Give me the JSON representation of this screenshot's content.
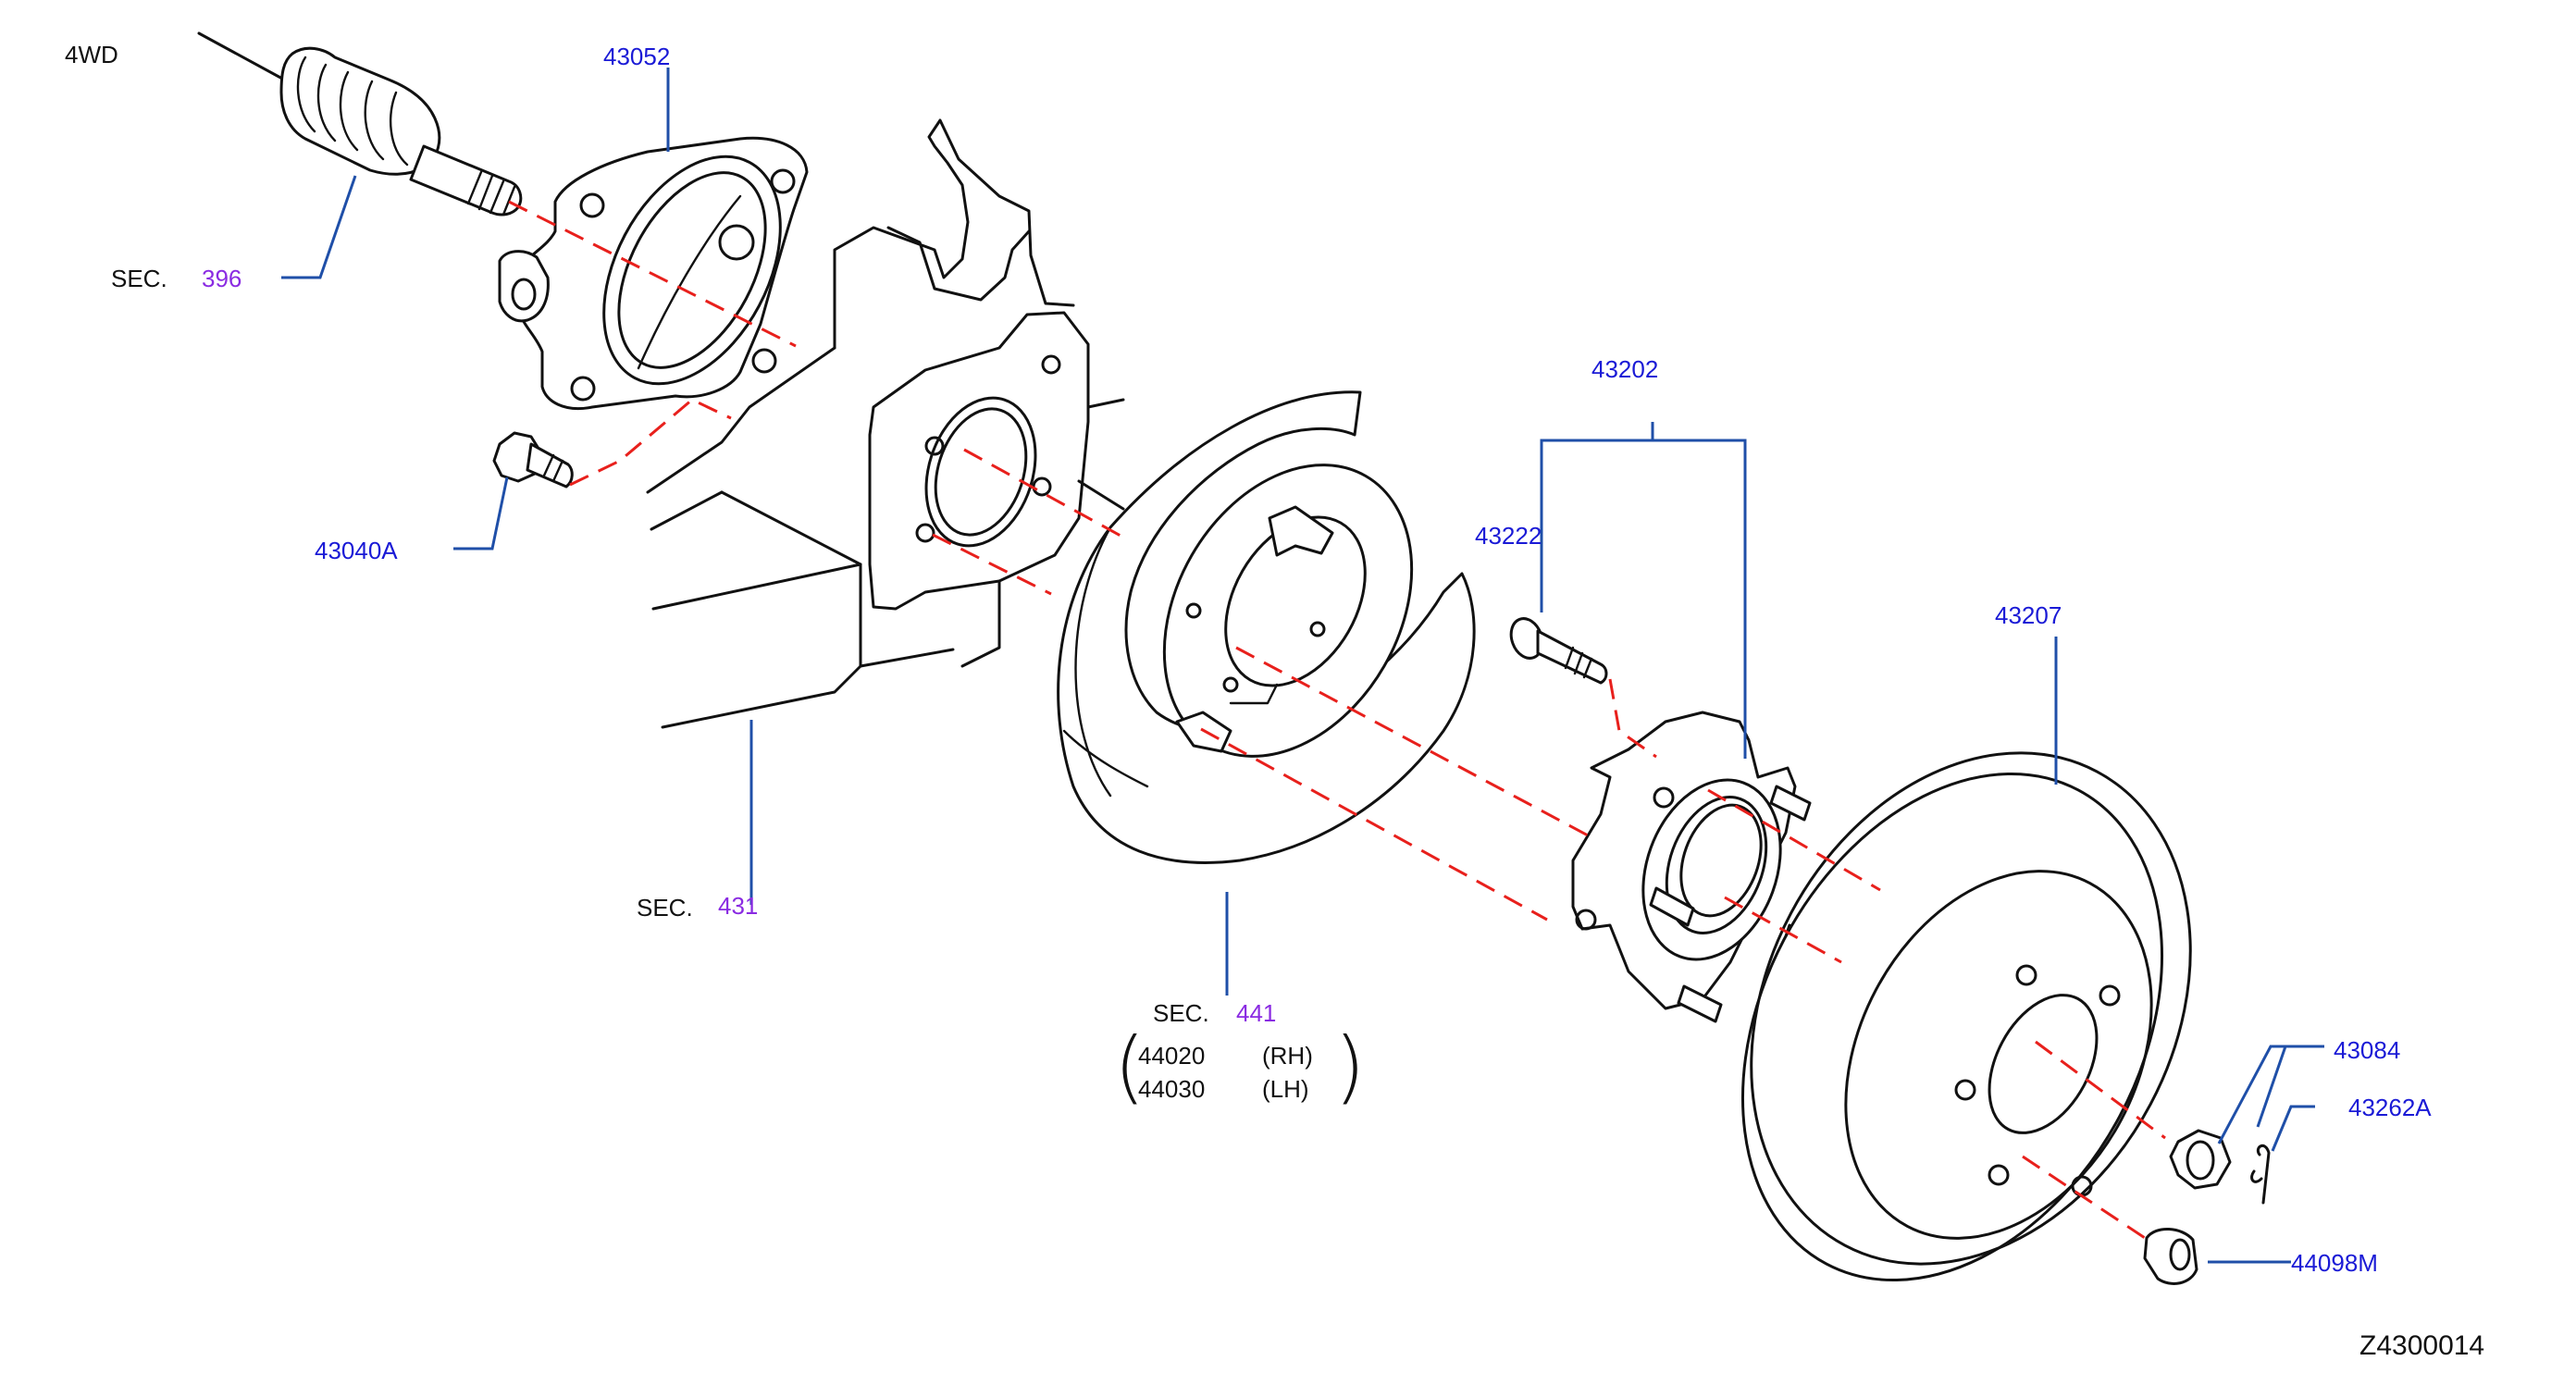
{
  "diagram": {
    "variant_label": "4WD",
    "drawing_code": "Z4300014",
    "sec_prefix": "SEC.",
    "parts": {
      "p43052": "43052",
      "p43040a": "43040A",
      "p43202": "43202",
      "p43222": "43222",
      "p43207": "43207",
      "p43084": "43084",
      "p43262a": "43262A",
      "p44098m": "44098M"
    },
    "sections": {
      "sec396": "396",
      "sec431": "431",
      "sec441": "441"
    },
    "backing_plate_variants": [
      {
        "part": "44020",
        "side": "(RH)"
      },
      {
        "part": "44030",
        "side": "(LH)"
      }
    ],
    "colors": {
      "part_number": "#1a1ad6",
      "section_number": "#8a2be2",
      "leader_line": "#1f4fa8",
      "center_line": "#e8201c",
      "outline": "#111111"
    }
  }
}
